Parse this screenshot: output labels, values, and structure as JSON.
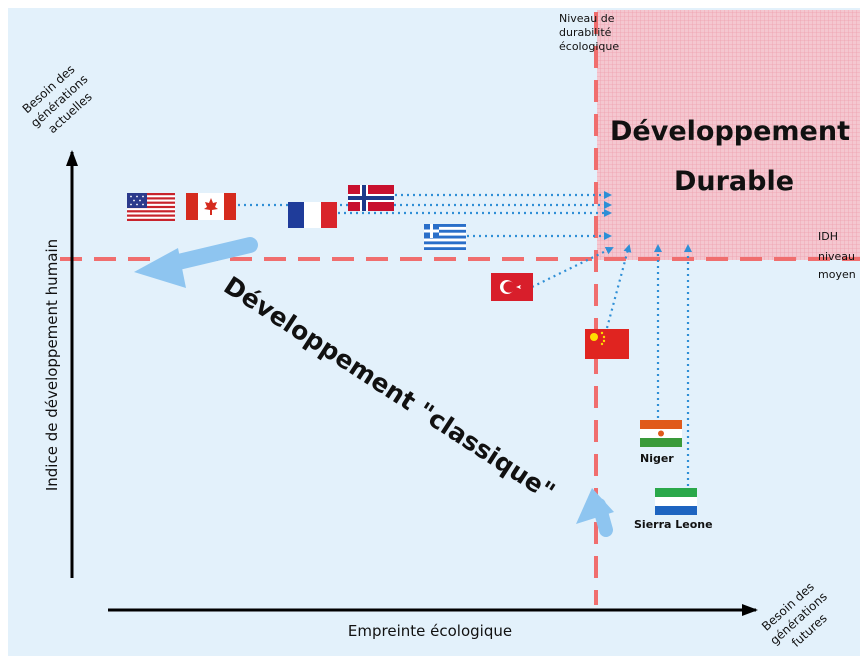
{
  "axes": {
    "x_label": "Empreinte écologique",
    "y_label": "Indice de développement humain",
    "x_corner_label": [
      "Besoin des",
      "générations",
      "futures"
    ],
    "y_corner_label": [
      "Besoin des",
      "générations",
      "actuelles"
    ]
  },
  "thresholds": {
    "eco_label": [
      "Niveau de",
      "durabilité",
      "écologique"
    ],
    "idh_label": [
      "IDH",
      "niveau",
      "moyen"
    ]
  },
  "zone": {
    "title_line1": "Développement",
    "title_line2": "Durable"
  },
  "classic_label": "Développement \"classique\"",
  "countries": [
    {
      "id": "usa",
      "flag": "usa-flag"
    },
    {
      "id": "canada",
      "flag": "canada-flag"
    },
    {
      "id": "france",
      "flag": "france-flag"
    },
    {
      "id": "norway",
      "flag": "norway-flag"
    },
    {
      "id": "greece",
      "flag": "greece-flag"
    },
    {
      "id": "turkey",
      "flag": "turkey-flag"
    },
    {
      "id": "china",
      "flag": "china-flag"
    },
    {
      "id": "niger",
      "flag": "niger-flag",
      "label": "Niger"
    },
    {
      "id": "sierra_leone",
      "flag": "sierra-leone-flag",
      "label": "Sierra Leone"
    }
  ],
  "colors": {
    "background": "#e3f1fb",
    "threshold": "#f06e6e",
    "zone_fill": "#f4c7d0",
    "arrow_dotted": "#2f8fd6",
    "big_arrow": "#8ec5f0",
    "axis": "#000000"
  }
}
